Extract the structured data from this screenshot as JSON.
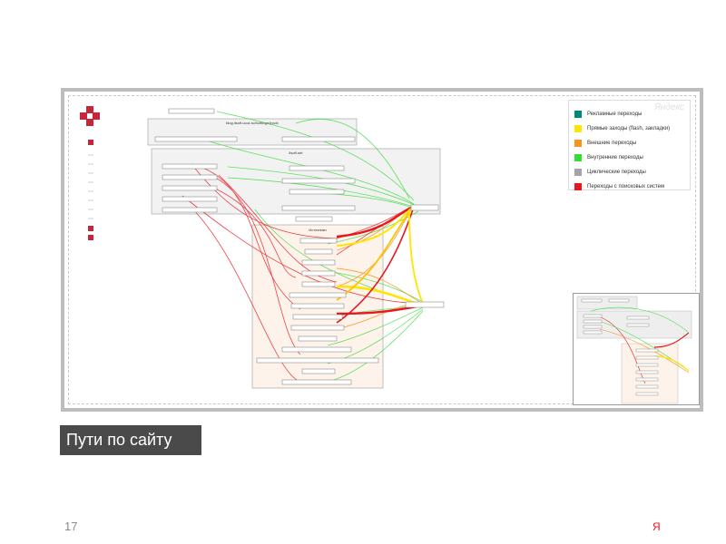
{
  "legend": {
    "brand": "Яндекс",
    "items": [
      {
        "label": "Рекламные переходы",
        "color": "#00897b"
      },
      {
        "label": "Прямые заходы (flash, закладки)",
        "color": "#ffe600"
      },
      {
        "label": "Внешние переходы",
        "color": "#f7941d"
      },
      {
        "label": "Внутренние переходы",
        "color": "#33dd33"
      },
      {
        "label": "Циклические переходы",
        "color": "#a5a5a5"
      },
      {
        "label": "Переходы с поисковых систем",
        "color": "#e8161e"
      }
    ]
  },
  "diagram": {
    "top_group_title": "blog.llsoft.ucoz.ru/bulltinge/jrpclx",
    "mid_group_title": "llsoft.net",
    "bottom_group_title": "Источники"
  },
  "caption": "Пути по сайту",
  "page_number": "17",
  "brand_mark": "Я"
}
